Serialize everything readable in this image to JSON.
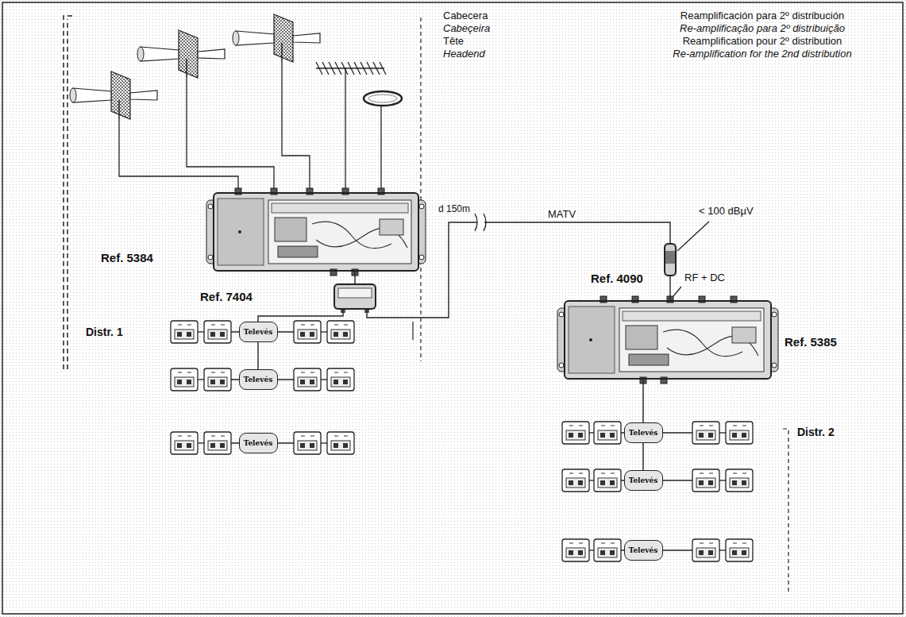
{
  "diagram": {
    "nodes": [
      {
        "text": [
          "Ref. 5384"
        ]
      },
      {
        "text": [
          "Ref. 7404"
        ]
      },
      {
        "text": [
          "Ref. 4090"
        ]
      },
      {
        "text": [
          "Ref. 5385"
        ]
      },
      {
        "text": [
          "Televés"
        ]
      },
      {
        "text": [
          "Televés"
        ]
      },
      {
        "text": [
          "Televés"
        ]
      },
      {
        "text": [
          "Televés"
        ]
      },
      {
        "text": [
          "Televés"
        ]
      },
      {
        "text": [
          "Televés"
        ]
      }
    ],
    "edges": [
      {
        "from": 0,
        "to": 1,
        "arrow": "none"
      },
      {
        "from": 1,
        "to": 4,
        "arrow": "none"
      },
      {
        "from": 4,
        "to": 5,
        "arrow": "none"
      },
      {
        "from": 1,
        "to": 2,
        "label": "MATV",
        "arrow": "none"
      },
      {
        "from": 2,
        "to": 3,
        "arrow": "none"
      },
      {
        "from": 3,
        "to": 7,
        "arrow": "none"
      },
      {
        "from": 7,
        "to": 8,
        "arrow": "none"
      }
    ],
    "labels": [
      "Cabecera",
      "Cabeçeira",
      "Tête",
      "Headend",
      "Reamplificación para 2º distribución",
      "Re-amplificação para 2º distribuição",
      "Reamplification pour 2º distribution",
      "Re-amplification for the 2nd distribution",
      "d 150m",
      "< 100 dBµV",
      "RF + DC",
      "Distr. 1",
      "Distr. 2"
    ]
  }
}
